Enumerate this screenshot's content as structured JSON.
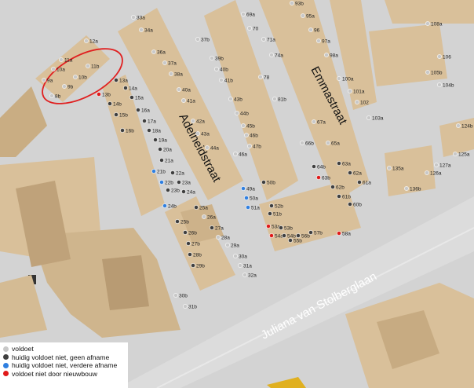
{
  "map": {
    "streets": {
      "emmastraat": "Emmastraat",
      "adelheidstraat": "Adelheidstraat",
      "juliana": "Juliana van Stolberglaan"
    },
    "points": [
      {
        "label": "108a",
        "status": "voldoet"
      },
      {
        "label": "106",
        "status": "voldoet"
      },
      {
        "label": "105b",
        "status": "voldoet"
      },
      {
        "label": "104b",
        "status": "voldoet"
      },
      {
        "label": "102",
        "status": "voldoet"
      },
      {
        "label": "103a",
        "status": "voldoet"
      },
      {
        "label": "101a",
        "status": "voldoet"
      },
      {
        "label": "100a",
        "status": "voldoet"
      },
      {
        "label": "98a",
        "status": "voldoet"
      },
      {
        "label": "97a",
        "status": "voldoet"
      },
      {
        "label": "96",
        "status": "voldoet"
      },
      {
        "label": "95a",
        "status": "voldoet"
      },
      {
        "label": "93b",
        "status": "voldoet"
      },
      {
        "label": "81b",
        "status": "voldoet"
      },
      {
        "label": "78",
        "status": "voldoet"
      },
      {
        "label": "74a",
        "status": "voldoet"
      },
      {
        "label": "71a",
        "status": "voldoet"
      },
      {
        "label": "70",
        "status": "voldoet"
      },
      {
        "label": "69a",
        "status": "voldoet"
      },
      {
        "label": "67a",
        "status": "voldoet"
      },
      {
        "label": "66b",
        "status": "voldoet"
      },
      {
        "label": "65a",
        "status": "voldoet"
      },
      {
        "label": "64b",
        "status": "geen-afname"
      },
      {
        "label": "63a",
        "status": "geen-afname"
      },
      {
        "label": "62a",
        "status": "geen-afname"
      },
      {
        "label": "61a",
        "status": "geen-afname"
      },
      {
        "label": "63b",
        "status": "nieuwbouw"
      },
      {
        "label": "62b",
        "status": "geen-afname"
      },
      {
        "label": "61b",
        "status": "geen-afname"
      },
      {
        "label": "60b",
        "status": "geen-afname"
      },
      {
        "label": "58a",
        "status": "nieuwbouw"
      },
      {
        "label": "57b",
        "status": "geen-afname"
      },
      {
        "label": "56b",
        "status": "geen-afname"
      },
      {
        "label": "55b",
        "status": "geen-afname"
      },
      {
        "label": "54a",
        "status": "nieuwbouw"
      },
      {
        "label": "53a",
        "status": "nieuwbouw"
      },
      {
        "label": "53b",
        "status": "geen-afname"
      },
      {
        "label": "54b",
        "status": "geen-afname"
      },
      {
        "label": "52b",
        "status": "geen-afname"
      },
      {
        "label": "51b",
        "status": "geen-afname"
      },
      {
        "label": "51a",
        "status": "verdere-afname"
      },
      {
        "label": "50a",
        "status": "verdere-afname"
      },
      {
        "label": "49a",
        "status": "verdere-afname"
      },
      {
        "label": "50b",
        "status": "geen-afname"
      },
      {
        "label": "47b",
        "status": "voldoet"
      },
      {
        "label": "46b",
        "status": "voldoet"
      },
      {
        "label": "46a",
        "status": "voldoet"
      },
      {
        "label": "45b",
        "status": "voldoet"
      },
      {
        "label": "44b",
        "status": "voldoet"
      },
      {
        "label": "43b",
        "status": "voldoet"
      },
      {
        "label": "41b",
        "status": "voldoet"
      },
      {
        "label": "40b",
        "status": "voldoet"
      },
      {
        "label": "39b",
        "status": "voldoet"
      },
      {
        "label": "37b",
        "status": "voldoet"
      },
      {
        "label": "36a",
        "status": "voldoet"
      },
      {
        "label": "34a",
        "status": "voldoet"
      },
      {
        "label": "33a",
        "status": "voldoet"
      },
      {
        "label": "37a",
        "status": "voldoet"
      },
      {
        "label": "38a",
        "status": "voldoet"
      },
      {
        "label": "40a",
        "status": "voldoet"
      },
      {
        "label": "41a",
        "status": "voldoet"
      },
      {
        "label": "42a",
        "status": "voldoet"
      },
      {
        "label": "43a",
        "status": "voldoet"
      },
      {
        "label": "44a",
        "status": "voldoet"
      },
      {
        "label": "12a",
        "status": "voldoet"
      },
      {
        "label": "11b",
        "status": "voldoet"
      },
      {
        "label": "10b",
        "status": "voldoet"
      },
      {
        "label": "9b",
        "status": "voldoet"
      },
      {
        "label": "8b",
        "status": "voldoet"
      },
      {
        "label": "11a",
        "status": "voldoet"
      },
      {
        "label": "10a",
        "status": "voldoet"
      },
      {
        "label": "9a",
        "status": "voldoet"
      },
      {
        "label": "13b",
        "status": "nieuwbouw"
      },
      {
        "label": "13a",
        "status": "geen-afname"
      },
      {
        "label": "14a",
        "status": "geen-afname"
      },
      {
        "label": "15a",
        "status": "geen-afname"
      },
      {
        "label": "16a",
        "status": "geen-afname"
      },
      {
        "label": "14b",
        "status": "geen-afname"
      },
      {
        "label": "15b",
        "status": "geen-afname"
      },
      {
        "label": "16b",
        "status": "geen-afname"
      },
      {
        "label": "17a",
        "status": "geen-afname"
      },
      {
        "label": "18a",
        "status": "geen-afname"
      },
      {
        "label": "19a",
        "status": "geen-afname"
      },
      {
        "label": "20a",
        "status": "geen-afname"
      },
      {
        "label": "21a",
        "status": "geen-afname"
      },
      {
        "label": "22a",
        "status": "geen-afname"
      },
      {
        "label": "21b",
        "status": "verdere-afname"
      },
      {
        "label": "22b",
        "status": "verdere-afname"
      },
      {
        "label": "23a",
        "status": "geen-afname"
      },
      {
        "label": "23b",
        "status": "geen-afname"
      },
      {
        "label": "24a",
        "status": "geen-afname"
      },
      {
        "label": "24b",
        "status": "verdere-afname"
      },
      {
        "label": "25a",
        "status": "geen-afname"
      },
      {
        "label": "25b",
        "status": "geen-afname"
      },
      {
        "label": "26a",
        "status": "voldoet"
      },
      {
        "label": "26b",
        "status": "geen-afname"
      },
      {
        "label": "27a",
        "status": "geen-afname"
      },
      {
        "label": "27b",
        "status": "geen-afname"
      },
      {
        "label": "28a",
        "status": "voldoet"
      },
      {
        "label": "28b",
        "status": "geen-afname"
      },
      {
        "label": "29a",
        "status": "voldoet"
      },
      {
        "label": "29b",
        "status": "geen-afname"
      },
      {
        "label": "30a",
        "status": "voldoet"
      },
      {
        "label": "31a",
        "status": "voldoet"
      },
      {
        "label": "32a",
        "status": "voldoet"
      },
      {
        "label": "30b",
        "status": "voldoet"
      },
      {
        "label": "31b",
        "status": "voldoet"
      },
      {
        "label": "127a",
        "status": "voldoet"
      },
      {
        "label": "125a",
        "status": "voldoet"
      },
      {
        "label": "126a",
        "status": "voldoet"
      },
      {
        "label": "136b",
        "status": "voldoet"
      },
      {
        "label": "135a",
        "status": "voldoet"
      },
      {
        "label": "124b",
        "status": "voldoet"
      }
    ],
    "colors": {
      "voldoet": "#c8c8c8",
      "geen-afname": "#3f3f3f",
      "verdere-afname": "#2f7fe0",
      "nieuwbouw": "#e01a1a",
      "building": "#d9c09a",
      "street": "#d6d6d6",
      "highlight-ellipse": "#e02020"
    }
  },
  "legend": {
    "items": [
      {
        "label": "voldoet",
        "color": "#c8c8c8"
      },
      {
        "label": "huidig voldoet niet, geen afname",
        "color": "#3f3f3f"
      },
      {
        "label": "huidig voldoet niet, verdere afname",
        "color": "#2f7fe0"
      },
      {
        "label": "voldoet niet door nieuwbouw",
        "color": "#e01a1a"
      }
    ]
  }
}
